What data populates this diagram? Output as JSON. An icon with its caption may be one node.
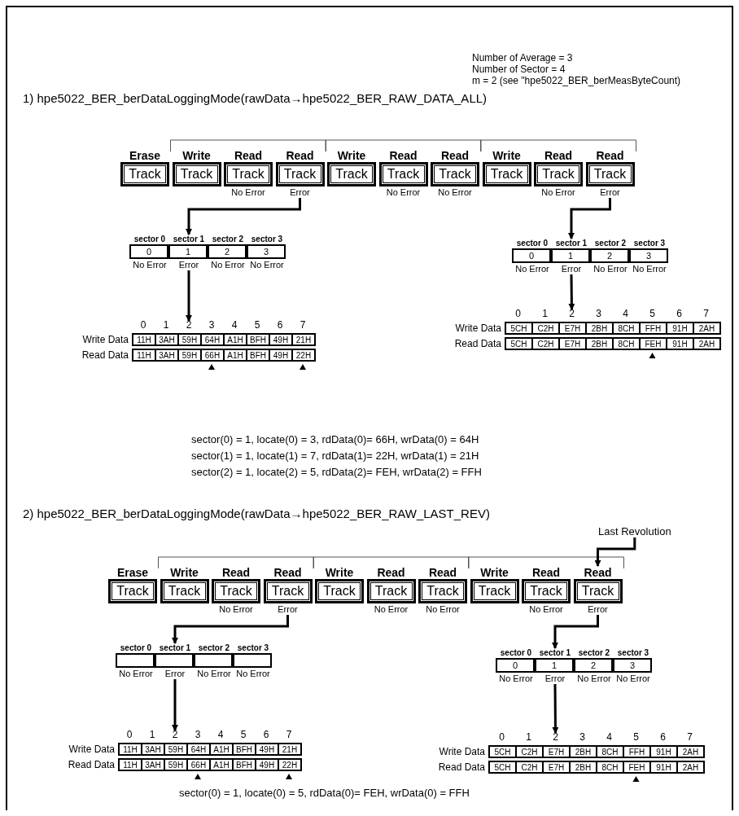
{
  "diagram": {
    "nodes": [
      {
        "text": [
          "Erase",
          "Track"
        ]
      },
      {
        "text": [
          "Write",
          "Track"
        ]
      },
      {
        "text": [
          "Read",
          "Track"
        ],
        "beside": [
          "No Error"
        ]
      },
      {
        "text": [
          "Read",
          "Track"
        ],
        "beside": [
          "Error"
        ]
      },
      {
        "text": [
          "Write",
          "Track"
        ]
      },
      {
        "text": [
          "Read",
          "Track"
        ],
        "beside": [
          "No Error"
        ]
      },
      {
        "text": [
          "Read",
          "Track"
        ],
        "beside": [
          "No Error"
        ]
      },
      {
        "text": [
          "Write",
          "Track"
        ]
      },
      {
        "text": [
          "Read",
          "Track"
        ],
        "beside": [
          "No Error"
        ]
      },
      {
        "text": [
          "Read",
          "Track"
        ],
        "beside": [
          "Error"
        ]
      },
      {
        "text": [
          "sector 0",
          "0"
        ],
        "beside": [
          "No Error"
        ]
      },
      {
        "text": [
          "sector 1",
          "1"
        ],
        "beside": [
          "Error"
        ]
      },
      {
        "text": [
          "sector 2",
          "2"
        ],
        "beside": [
          "No Error"
        ]
      },
      {
        "text": [
          "sector 3",
          "3"
        ],
        "beside": [
          "No Error"
        ]
      },
      {
        "text": [
          "sector 0",
          "0"
        ],
        "beside": [
          "No Error"
        ]
      },
      {
        "text": [
          "sector 1",
          "1"
        ],
        "beside": [
          "Error"
        ]
      },
      {
        "text": [
          "sector 2",
          "2"
        ],
        "beside": [
          "No Error"
        ]
      },
      {
        "text": [
          "sector 3",
          "3"
        ],
        "beside": [
          "No Error"
        ]
      },
      {
        "text": [
          "0",
          "1",
          "2",
          "3",
          "4",
          "5",
          "6",
          "7",
          "Write Data",
          "11H",
          "3AH",
          "59H",
          "64H",
          "A1H",
          "BFH",
          "49H",
          "21H",
          "Read Data",
          "11H",
          "3AH",
          "59H",
          "66H",
          "A1H",
          "BFH",
          "49H",
          "22H"
        ]
      },
      {
        "text": [
          "0",
          "1",
          "2",
          "3",
          "4",
          "5",
          "6",
          "7",
          "Write Data",
          "5CH",
          "C2H",
          "E7H",
          "2BH",
          "8CH",
          "FFH",
          "91H",
          "2AH",
          "Read Data",
          "5CH",
          "C2H",
          "E7H",
          "2BH",
          "8CH",
          "FEH",
          "91H",
          "2AH"
        ]
      },
      {
        "text": [
          "Last Revolution"
        ]
      },
      {
        "text": [
          "Erase",
          "Track"
        ]
      },
      {
        "text": [
          "Write",
          "Track"
        ]
      },
      {
        "text": [
          "Read",
          "Track"
        ],
        "beside": [
          "No Error"
        ]
      },
      {
        "text": [
          "Read",
          "Track"
        ],
        "beside": [
          "Error"
        ]
      },
      {
        "text": [
          "Write",
          "Track"
        ]
      },
      {
        "text": [
          "Read",
          "Track"
        ],
        "beside": [
          "No Error"
        ]
      },
      {
        "text": [
          "Read",
          "Track"
        ],
        "beside": [
          "No Error"
        ]
      },
      {
        "text": [
          "Write",
          "Track"
        ]
      },
      {
        "text": [
          "Read",
          "Track"
        ],
        "beside": [
          "No Error"
        ]
      },
      {
        "text": [
          "Read",
          "Track"
        ],
        "beside": [
          "Error"
        ]
      },
      {
        "text": [
          "sector 0"
        ],
        "beside": [
          "No Error"
        ]
      },
      {
        "text": [
          "sector 1"
        ],
        "beside": [
          "Error"
        ]
      },
      {
        "text": [
          "sector 2"
        ],
        "beside": [
          "No Error"
        ]
      },
      {
        "text": [
          "sector 3"
        ],
        "beside": [
          "No Error"
        ]
      },
      {
        "text": [
          "sector 0",
          "0"
        ],
        "beside": [
          "No Error"
        ]
      },
      {
        "text": [
          "sector 1",
          "1"
        ],
        "beside": [
          "Error"
        ]
      },
      {
        "text": [
          "sector 2",
          "2"
        ],
        "beside": [
          "No Error"
        ]
      },
      {
        "text": [
          "sector 3",
          "3"
        ],
        "beside": [
          "No Error"
        ]
      },
      {
        "text": [
          "0",
          "1",
          "2",
          "3",
          "4",
          "5",
          "6",
          "7",
          "Write Data",
          "11H",
          "3AH",
          "59H",
          "64H",
          "A1H",
          "BFH",
          "49H",
          "21H",
          "Read Data",
          "11H",
          "3AH",
          "59H",
          "66H",
          "A1H",
          "BFH",
          "49H",
          "22H"
        ]
      },
      {
        "text": [
          "0",
          "1",
          "2",
          "3",
          "4",
          "5",
          "6",
          "7",
          "Write Data",
          "5CH",
          "C2H",
          "E7H",
          "2BH",
          "8CH",
          "FFH",
          "91H",
          "2AH",
          "Read Data",
          "5CH",
          "C2H",
          "E7H",
          "2BH",
          "8CH",
          "FEH",
          "91H",
          "2AH"
        ]
      }
    ],
    "edges": [
      {
        "from": 3,
        "to": 11,
        "arrow": "to"
      },
      {
        "from": 11,
        "to": 18,
        "arrow": "to"
      },
      {
        "from": 9,
        "to": 15,
        "arrow": "to"
      },
      {
        "from": 15,
        "to": 19,
        "arrow": "to"
      },
      {
        "from": 20,
        "to": 30,
        "arrow": "to"
      },
      {
        "from": 24,
        "to": 32,
        "arrow": "to"
      },
      {
        "from": 32,
        "to": 39,
        "arrow": "to"
      },
      {
        "from": 30,
        "to": 36,
        "arrow": "to"
      },
      {
        "from": 36,
        "to": 40,
        "arrow": "to"
      }
    ],
    "labels": [
      "Number of Average = 3",
      "Number of Sector = 4",
      "m = 2 (see \"hpe5022_BER_berMeasByteCount)",
      "1) hpe5022_BER_berDataLoggingMode(rawData→hpe5022_BER_RAW_DATA_ALL)",
      "sector(0) = 1,  locate(0) = 3,  rdData(0)= 66H,  wrData(0) = 64H",
      "sector(1) = 1,  locate(1) = 7,  rdData(1)= 22H,  wrData(1) = 21H",
      "sector(2) = 1,  locate(2) = 5,  rdData(2)= FEH,  wrData(2) = FFH",
      "2) hpe5022_BER_berDataLoggingMode(rawData→hpe5022_BER_RAW_LAST_REV)",
      "sector(0) = 1,  locate(0) = 5,  rdData(0)= FEH,  wrData(0) = FFH"
    ]
  }
}
